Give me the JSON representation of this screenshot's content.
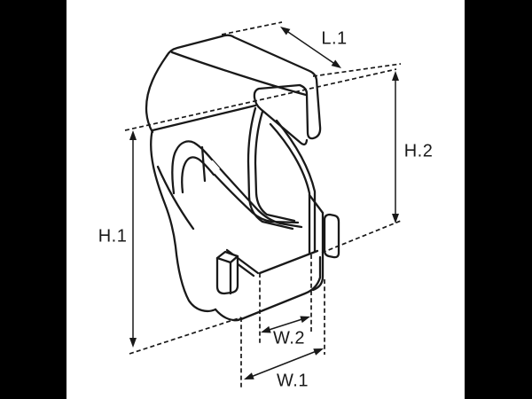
{
  "canvas": {
    "background_color": "#ffffff",
    "pillarbox_color": "#000000",
    "line_color": "#191919"
  },
  "figure": {
    "description": "Isometric technical line drawing of an S-shaped sheet-metal clip bracket with dimension callouts"
  },
  "dimension_labels": {
    "l1": "L.1",
    "h1": "H.1",
    "h2": "H.2",
    "w1": "W.1",
    "w2": "W.2"
  }
}
